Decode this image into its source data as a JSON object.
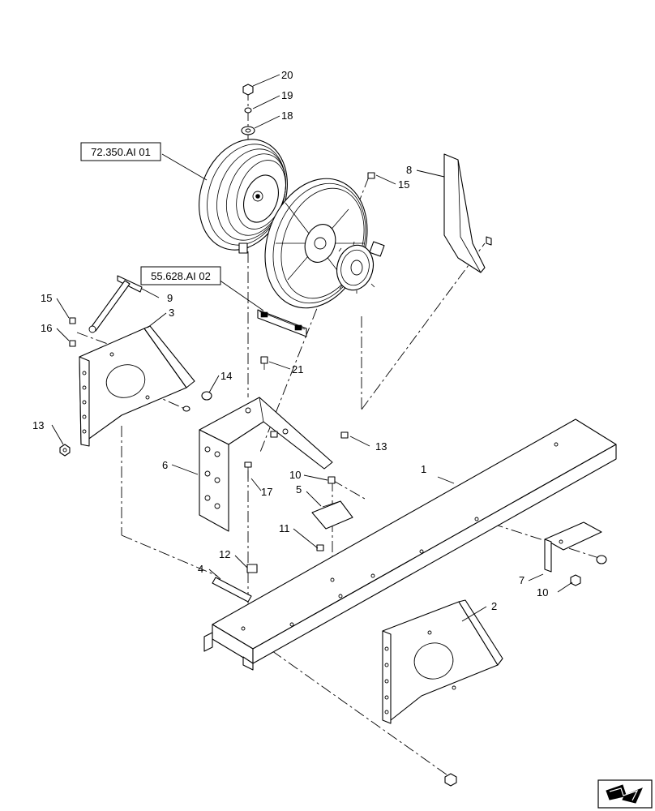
{
  "references": [
    {
      "id": "ref-72-350",
      "text": "72.350.AI 01"
    },
    {
      "id": "ref-55-628",
      "text": "55.628.AI 02"
    }
  ],
  "callouts": {
    "c1": "1",
    "c2": "2",
    "c3": "3",
    "c4": "4",
    "c5": "5",
    "c6": "6",
    "c7": "7",
    "c8": "8",
    "c9": "9",
    "c10a": "10",
    "c10b": "10",
    "c11": "11",
    "c12": "12",
    "c13a": "13",
    "c13b": "13",
    "c14": "14",
    "c15a": "15",
    "c15b": "15",
    "c16": "16",
    "c17": "17",
    "c18": "18",
    "c19": "19",
    "c20": "20",
    "c21": "21"
  },
  "nav_icon": "next-page-arrow-icon",
  "colors": {
    "line": "#000000",
    "background": "#ffffff"
  }
}
